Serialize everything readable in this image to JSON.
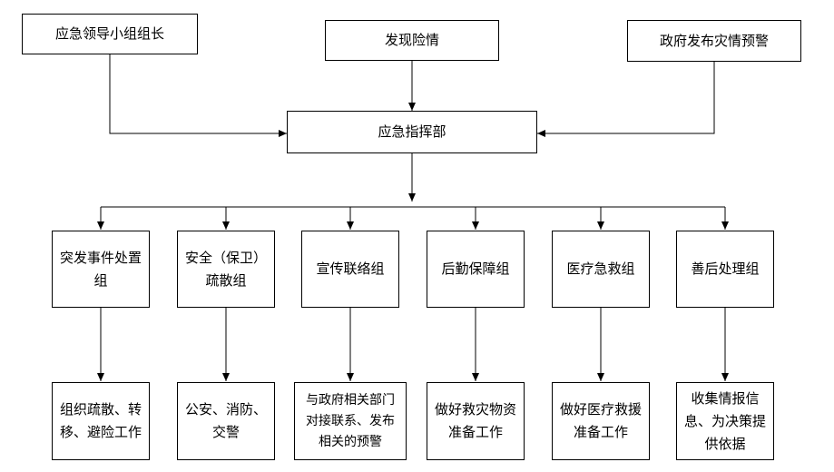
{
  "top": {
    "leader": "应急领导小组组长",
    "discover": "发现险情",
    "warning": "政府发布灾情预警"
  },
  "command": "应急指挥部",
  "groups": [
    "突发事件处置组",
    "安全（保卫）疏散组",
    "宣传联络组",
    "后勤保障组",
    "医疗急救组",
    "善后处理组"
  ],
  "tasks": [
    "组织疏散、转移、避险工作",
    "公安、消防、交警",
    "与政府相关部门对接联系、发布相关的预警",
    "做好救灾物资准备工作",
    "做好医疗救援准备工作",
    "收集情报信息、为决策提供依据"
  ]
}
